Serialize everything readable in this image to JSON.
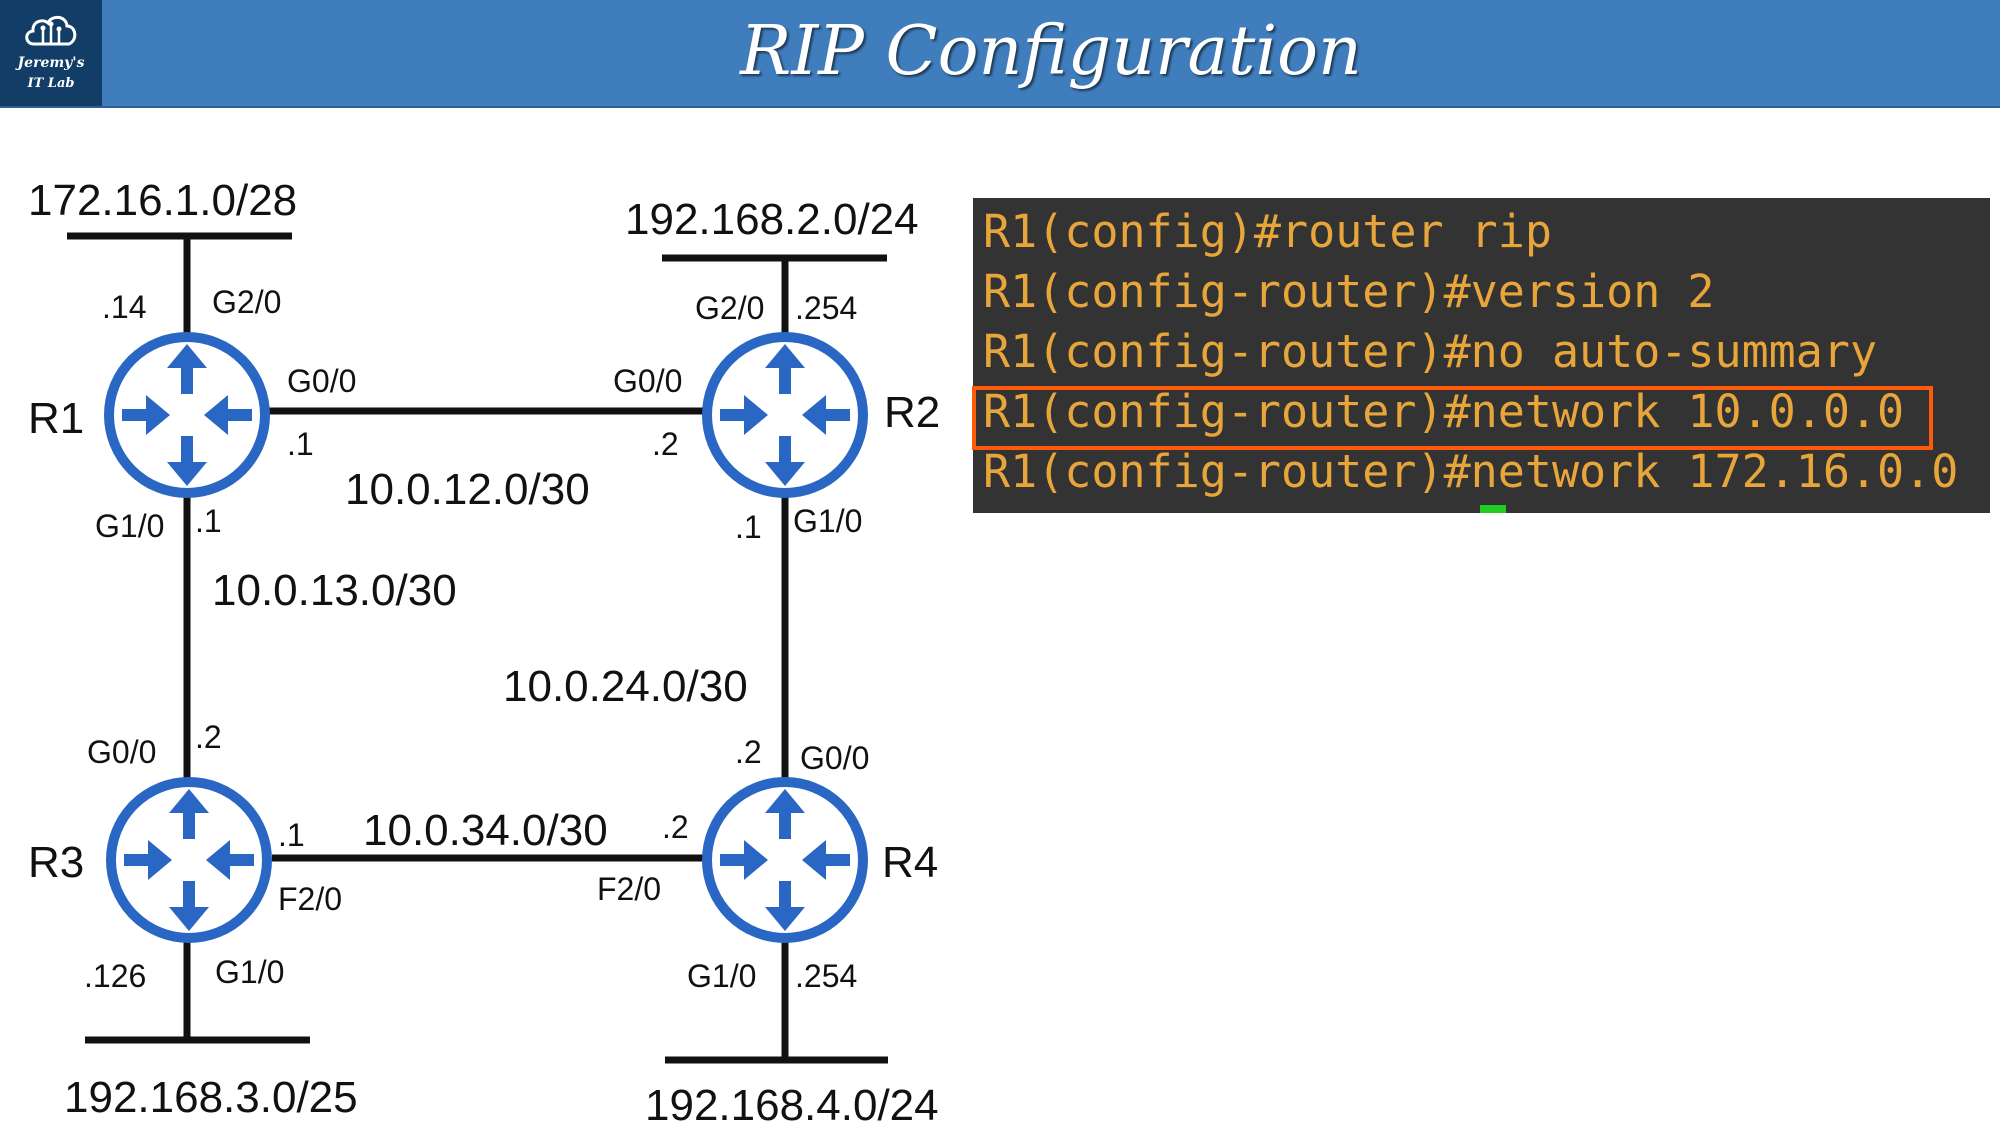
{
  "header": {
    "title": "RIP Configuration",
    "logo_line1": "Jeremy's",
    "logo_line2": "IT Lab",
    "background_color": "#3f7dbc",
    "logo_background_color": "#123d67"
  },
  "topology": {
    "routers": [
      {
        "id": "R1",
        "label": "R1"
      },
      {
        "id": "R2",
        "label": "R2"
      },
      {
        "id": "R3",
        "label": "R3"
      },
      {
        "id": "R4",
        "label": "R4"
      }
    ],
    "networks": {
      "r1_lan": "172.16.1.0/28",
      "r2_lan": "192.168.2.0/24",
      "r3_lan": "192.168.3.0/25",
      "r4_lan": "192.168.4.0/24",
      "r1_r2": "10.0.12.0/30",
      "r1_r3": "10.0.13.0/30",
      "r2_r4": "10.0.24.0/30",
      "r3_r4": "10.0.34.0/30"
    },
    "interfaces": {
      "r1_lan_addr": ".14",
      "r1_lan_if": "G2/0",
      "r1_r2_if": "G0/0",
      "r1_r2_addr": ".1",
      "r1_r3_if": "G1/0",
      "r1_r3_addr": ".1",
      "r2_lan_if": "G2/0",
      "r2_lan_addr": ".254",
      "r2_r1_if": "G0/0",
      "r2_r1_addr": ".2",
      "r2_r4_addr": ".1",
      "r2_r4_if": "G1/0",
      "r3_r1_if": "G0/0",
      "r3_r1_addr": ".2",
      "r3_r4_addr": ".1",
      "r3_r4_if": "F2/0",
      "r3_lan_addr": ".126",
      "r3_lan_if": "G1/0",
      "r4_r2_addr": ".2",
      "r4_r2_if": "G0/0",
      "r4_r3_addr": ".2",
      "r4_r3_if": "F2/0",
      "r4_lan_if": "G1/0",
      "r4_lan_addr": ".254"
    },
    "router_color": "#2a67c4"
  },
  "cli": {
    "lines": [
      "R1(config)#router rip",
      "R1(config-router)#version 2",
      "R1(config-router)#no auto-summary",
      "R1(config-router)#network 10.0.0.0",
      "R1(config-router)#network 172.16.0.0"
    ],
    "highlighted_line": 3,
    "text_color": "#e8a63a",
    "background_color": "#333333",
    "highlight_color": "#ff5a0a"
  }
}
